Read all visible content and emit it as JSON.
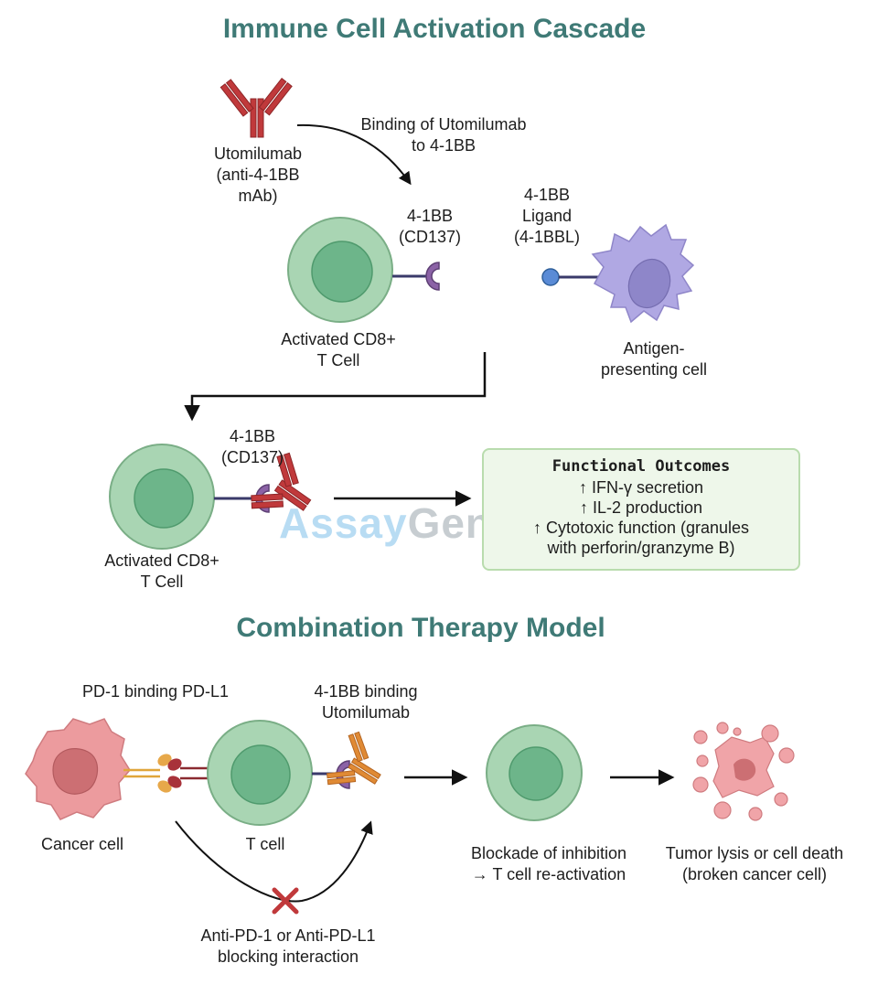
{
  "titles": {
    "cascade": "Immune Cell Activation Cascade",
    "combination": "Combination Therapy Model"
  },
  "labels": {
    "utomilumab": [
      "Utomilumab",
      "(anti-4-1BB",
      "mAb)"
    ],
    "binding_step": [
      "Binding of Utomilumab",
      "to 4-1BB"
    ],
    "receptor_top": [
      "4-1BB",
      "(CD137)"
    ],
    "ligand": [
      "4-1BB",
      "Ligand",
      "(4-1BBL)"
    ],
    "tcell_top": [
      "Activated CD8+",
      "T Cell"
    ],
    "apc": [
      "Antigen-",
      "presenting cell"
    ],
    "receptor_mid": [
      "4-1BB",
      "(CD137)"
    ],
    "tcell_mid": [
      "Activated CD8+",
      "T Cell"
    ],
    "pd1_binding": "PD-1 binding PD-L1",
    "bb_binding": [
      "4-1BB binding",
      "Utomilumab"
    ],
    "cancer_cell": "Cancer cell",
    "t_cell": "T cell",
    "blocking": [
      "Anti-PD-1 or Anti-PD-L1",
      "blocking  interaction"
    ],
    "blockade": [
      "Blockade of inhibition",
      "→ T cell re-activation"
    ],
    "tumor_lysis": [
      "Tumor lysis or cell death",
      "(broken cancer cell)"
    ]
  },
  "outcomes": {
    "title": "Functional Outcomes",
    "items": [
      "↑ IFN-γ secretion",
      "↑ IL-2 production",
      "↑ Cytotoxic function (granules",
      "with perforin/granzyme B)"
    ]
  },
  "watermark": {
    "part1": "Assay",
    "part2": "Genie"
  },
  "colors": {
    "title": "#3f7a76",
    "tcell_outer": "#a9d5b3",
    "tcell_inner": "#6db58a",
    "antibody": "#c0393b",
    "receptor": "#8b62a6",
    "apc": "#b0a8e3",
    "cancer": "#ec9b9e",
    "anti_pd1": "#d9782c",
    "box_bg": "#eef7ea",
    "box_border": "#b9dcae"
  }
}
